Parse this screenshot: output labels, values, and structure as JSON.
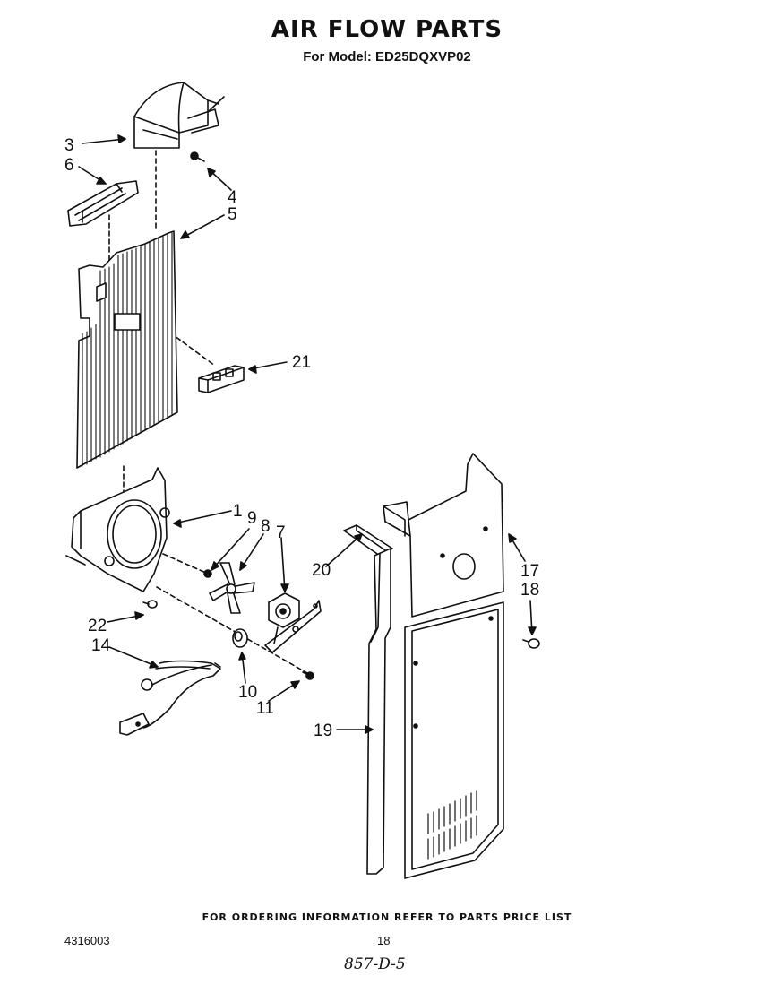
{
  "header": {
    "title": "AIR FLOW PARTS",
    "subtitle": "For Model: ED25DQXVP02"
  },
  "callouts": {
    "c1": "1",
    "c3": "3",
    "c4": "4",
    "c5": "5",
    "c6": "6",
    "c7": "7",
    "c8": "8",
    "c9": "9",
    "c10": "10",
    "c11": "11",
    "c14": "14",
    "c17": "17",
    "c18": "18",
    "c19": "19",
    "c20": "20",
    "c21": "21",
    "c22": "22"
  },
  "footer": {
    "ordering_note": "FOR ORDERING INFORMATION REFER TO PARTS PRICE LIST",
    "doc_number": "4316003",
    "page_number": "18",
    "handwritten_code": "857-D-5"
  }
}
